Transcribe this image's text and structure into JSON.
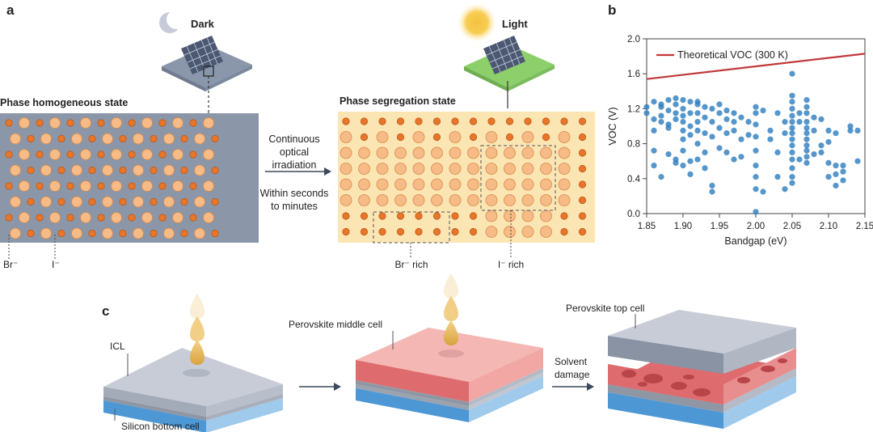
{
  "panels": {
    "a": {
      "label": "a",
      "dark_label": "Dark",
      "light_label": "Light",
      "homogeneous_title": "Phase homogeneous state",
      "segregation_title": "Phase segregation state",
      "arrow_text_1": [
        "Continuous",
        "optical",
        "irradiation"
      ],
      "arrow_text_2": [
        "Within seconds",
        "to minutes"
      ],
      "br_label": "Br⁻",
      "i_label": "I⁻",
      "br_rich": "Br⁻ rich",
      "i_rich": "I⁻ rich"
    },
    "b": {
      "label": "b"
    },
    "c": {
      "label": "c",
      "icl": "ICL",
      "silicon_bottom": "Silicon bottom cell",
      "perovskite_middle": "Perovskite middle cell",
      "perovskite_top": "Perovskite top cell",
      "solvent_damage": [
        "Solvent",
        "damage"
      ]
    }
  },
  "colors": {
    "grid_bg": "#8b97a9",
    "segregation_bg": "#fbe5b3",
    "ion_orange": "#e8762a",
    "ion_light": "#f6bb86",
    "line_red": "#c0393b",
    "point_blue": "#2f7fc0",
    "silicon_blue": "#4d97d4",
    "perovskite_red": "#de6b6e"
  },
  "chart_data": {
    "type": "scatter",
    "xlabel": "Bandgap (eV)",
    "ylabel": "VOC (V)",
    "xlim": [
      1.85,
      2.15
    ],
    "ylim": [
      0.0,
      2.0
    ],
    "xticks": [
      "1.85",
      "1.90",
      "1.95",
      "2.00",
      "2.05",
      "2.10",
      "2.15"
    ],
    "yticks": [
      "0.0",
      "0.4",
      "0.8",
      "1.2",
      "1.6",
      "2.0"
    ],
    "legend": "Theoretical VOC (300 K)",
    "legend_position": "top-left",
    "theory_line": {
      "x": [
        1.85,
        2.15
      ],
      "y": [
        1.54,
        1.83
      ]
    },
    "points": [
      [
        1.85,
        1.22
      ],
      [
        1.85,
        1.15
      ],
      [
        1.86,
        1.28
      ],
      [
        1.86,
        1.08
      ],
      [
        1.86,
        0.95
      ],
      [
        1.86,
        0.72
      ],
      [
        1.86,
        0.55
      ],
      [
        1.87,
        1.22
      ],
      [
        1.87,
        1.12
      ],
      [
        1.87,
        0.42
      ],
      [
        1.87,
        1.25
      ],
      [
        1.87,
        1.05
      ],
      [
        1.88,
        1.3
      ],
      [
        1.88,
        1.18
      ],
      [
        1.88,
        1.02
      ],
      [
        1.88,
        0.98
      ],
      [
        1.88,
        0.68
      ],
      [
        1.89,
        1.25
      ],
      [
        1.89,
        1.15
      ],
      [
        1.89,
        0.58
      ],
      [
        1.89,
        1.32
      ],
      [
        1.89,
        1.08
      ],
      [
        1.89,
        0.62
      ],
      [
        1.9,
        1.3
      ],
      [
        1.9,
        1.2
      ],
      [
        1.9,
        1.12
      ],
      [
        1.9,
        1.05
      ],
      [
        1.9,
        0.95
      ],
      [
        1.9,
        0.85
      ],
      [
        1.9,
        0.72
      ],
      [
        1.9,
        0.55
      ],
      [
        1.91,
        1.28
      ],
      [
        1.91,
        1.15
      ],
      [
        1.91,
        1.0
      ],
      [
        1.91,
        0.9
      ],
      [
        1.91,
        0.6
      ],
      [
        1.91,
        0.45
      ],
      [
        1.92,
        1.25
      ],
      [
        1.92,
        1.15
      ],
      [
        1.92,
        1.05
      ],
      [
        1.92,
        0.8
      ],
      [
        1.92,
        0.62
      ],
      [
        1.92,
        1.28
      ],
      [
        1.92,
        0.95
      ],
      [
        1.93,
        1.22
      ],
      [
        1.93,
        1.1
      ],
      [
        1.93,
        0.92
      ],
      [
        1.93,
        0.7
      ],
      [
        1.93,
        0.52
      ],
      [
        1.94,
        1.2
      ],
      [
        1.94,
        1.05
      ],
      [
        1.94,
        0.32
      ],
      [
        1.94,
        0.25
      ],
      [
        1.94,
        0.88
      ],
      [
        1.95,
        1.25
      ],
      [
        1.95,
        1.15
      ],
      [
        1.95,
        0.98
      ],
      [
        1.95,
        0.75
      ],
      [
        1.96,
        1.18
      ],
      [
        1.96,
        1.08
      ],
      [
        1.96,
        0.92
      ],
      [
        1.96,
        0.7
      ],
      [
        1.97,
        1.15
      ],
      [
        1.97,
        1.05
      ],
      [
        1.97,
        0.95
      ],
      [
        1.97,
        0.62
      ],
      [
        1.98,
        1.1
      ],
      [
        1.98,
        0.85
      ],
      [
        1.98,
        0.65
      ],
      [
        1.99,
        1.05
      ],
      [
        1.99,
        0.9
      ],
      [
        2.0,
        1.22
      ],
      [
        2.0,
        1.15
      ],
      [
        2.0,
        1.02
      ],
      [
        2.0,
        0.88
      ],
      [
        2.0,
        0.72
      ],
      [
        2.0,
        0.55
      ],
      [
        2.0,
        0.42
      ],
      [
        2.0,
        0.28
      ],
      [
        2.0,
        0.02
      ],
      [
        2.01,
        1.18
      ],
      [
        2.01,
        0.25
      ],
      [
        2.02,
        0.95
      ],
      [
        2.02,
        0.85
      ],
      [
        2.03,
        1.15
      ],
      [
        2.03,
        0.7
      ],
      [
        2.03,
        0.42
      ],
      [
        2.04,
        1.05
      ],
      [
        2.04,
        0.92
      ],
      [
        2.04,
        0.28
      ],
      [
        2.05,
        1.6
      ],
      [
        2.05,
        1.35
      ],
      [
        2.05,
        1.28
      ],
      [
        2.05,
        1.2
      ],
      [
        2.05,
        1.12
      ],
      [
        2.05,
        1.05
      ],
      [
        2.05,
        0.98
      ],
      [
        2.05,
        0.92
      ],
      [
        2.05,
        0.85
      ],
      [
        2.05,
        0.78
      ],
      [
        2.05,
        0.7
      ],
      [
        2.05,
        0.62
      ],
      [
        2.05,
        0.52
      ],
      [
        2.05,
        0.42
      ],
      [
        2.05,
        0.35
      ],
      [
        2.06,
        1.15
      ],
      [
        2.06,
        1.05
      ],
      [
        2.06,
        0.62
      ],
      [
        2.07,
        1.3
      ],
      [
        2.07,
        1.22
      ],
      [
        2.07,
        1.15
      ],
      [
        2.07,
        1.05
      ],
      [
        2.07,
        0.98
      ],
      [
        2.07,
        0.92
      ],
      [
        2.07,
        0.85
      ],
      [
        2.07,
        0.78
      ],
      [
        2.07,
        0.72
      ],
      [
        2.07,
        0.65
      ],
      [
        2.07,
        0.58
      ],
      [
        2.08,
        1.1
      ],
      [
        2.08,
        0.95
      ],
      [
        2.08,
        0.68
      ],
      [
        2.09,
        1.08
      ],
      [
        2.09,
        0.78
      ],
      [
        2.09,
        0.7
      ],
      [
        2.1,
        0.95
      ],
      [
        2.1,
        0.82
      ],
      [
        2.1,
        0.58
      ],
      [
        2.11,
        0.92
      ],
      [
        2.11,
        0.55
      ],
      [
        2.11,
        0.45
      ],
      [
        2.11,
        0.32
      ],
      [
        2.12,
        0.55
      ],
      [
        2.12,
        0.48
      ],
      [
        2.13,
        1.0
      ],
      [
        2.13,
        0.95
      ],
      [
        2.14,
        0.95
      ],
      [
        2.14,
        0.6
      ],
      [
        2.12,
        0.38
      ],
      [
        2.1,
        0.42
      ]
    ]
  }
}
